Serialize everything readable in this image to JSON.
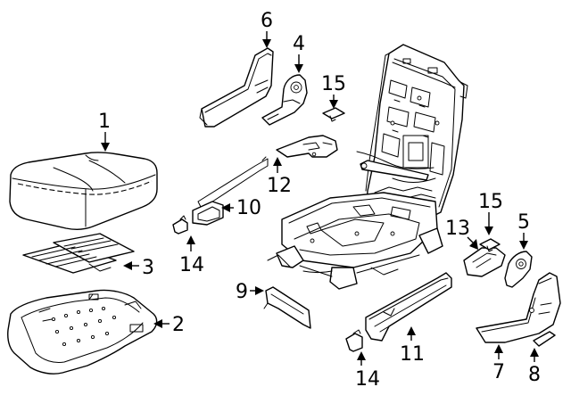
{
  "callouts": [
    {
      "number": "1",
      "part": "seat-cushion-pad"
    },
    {
      "number": "2",
      "part": "seat-cushion-frame"
    },
    {
      "number": "3",
      "part": "seat-heater-element"
    },
    {
      "number": "4",
      "part": "recliner-cover"
    },
    {
      "number": "5",
      "part": "recliner-cover-right"
    },
    {
      "number": "6",
      "part": "side-shield-upper"
    },
    {
      "number": "7",
      "part": "side-shield-outer"
    },
    {
      "number": "8",
      "part": "side-trim-small"
    },
    {
      "number": "9",
      "part": "lower-trim-bracket"
    },
    {
      "number": "10",
      "part": "switch-panel"
    },
    {
      "number": "11",
      "part": "track-cover"
    },
    {
      "number": "12",
      "part": "seat-bracket"
    },
    {
      "number": "13",
      "part": "switch-bezel"
    },
    {
      "number": "14",
      "part": "clip"
    },
    {
      "number": "14",
      "part": "clip-lower"
    },
    {
      "number": "15",
      "part": "push-fastener"
    },
    {
      "number": "15",
      "part": "push-fastener-right"
    }
  ],
  "colors": {
    "line": "#000000",
    "background": "#ffffff"
  }
}
